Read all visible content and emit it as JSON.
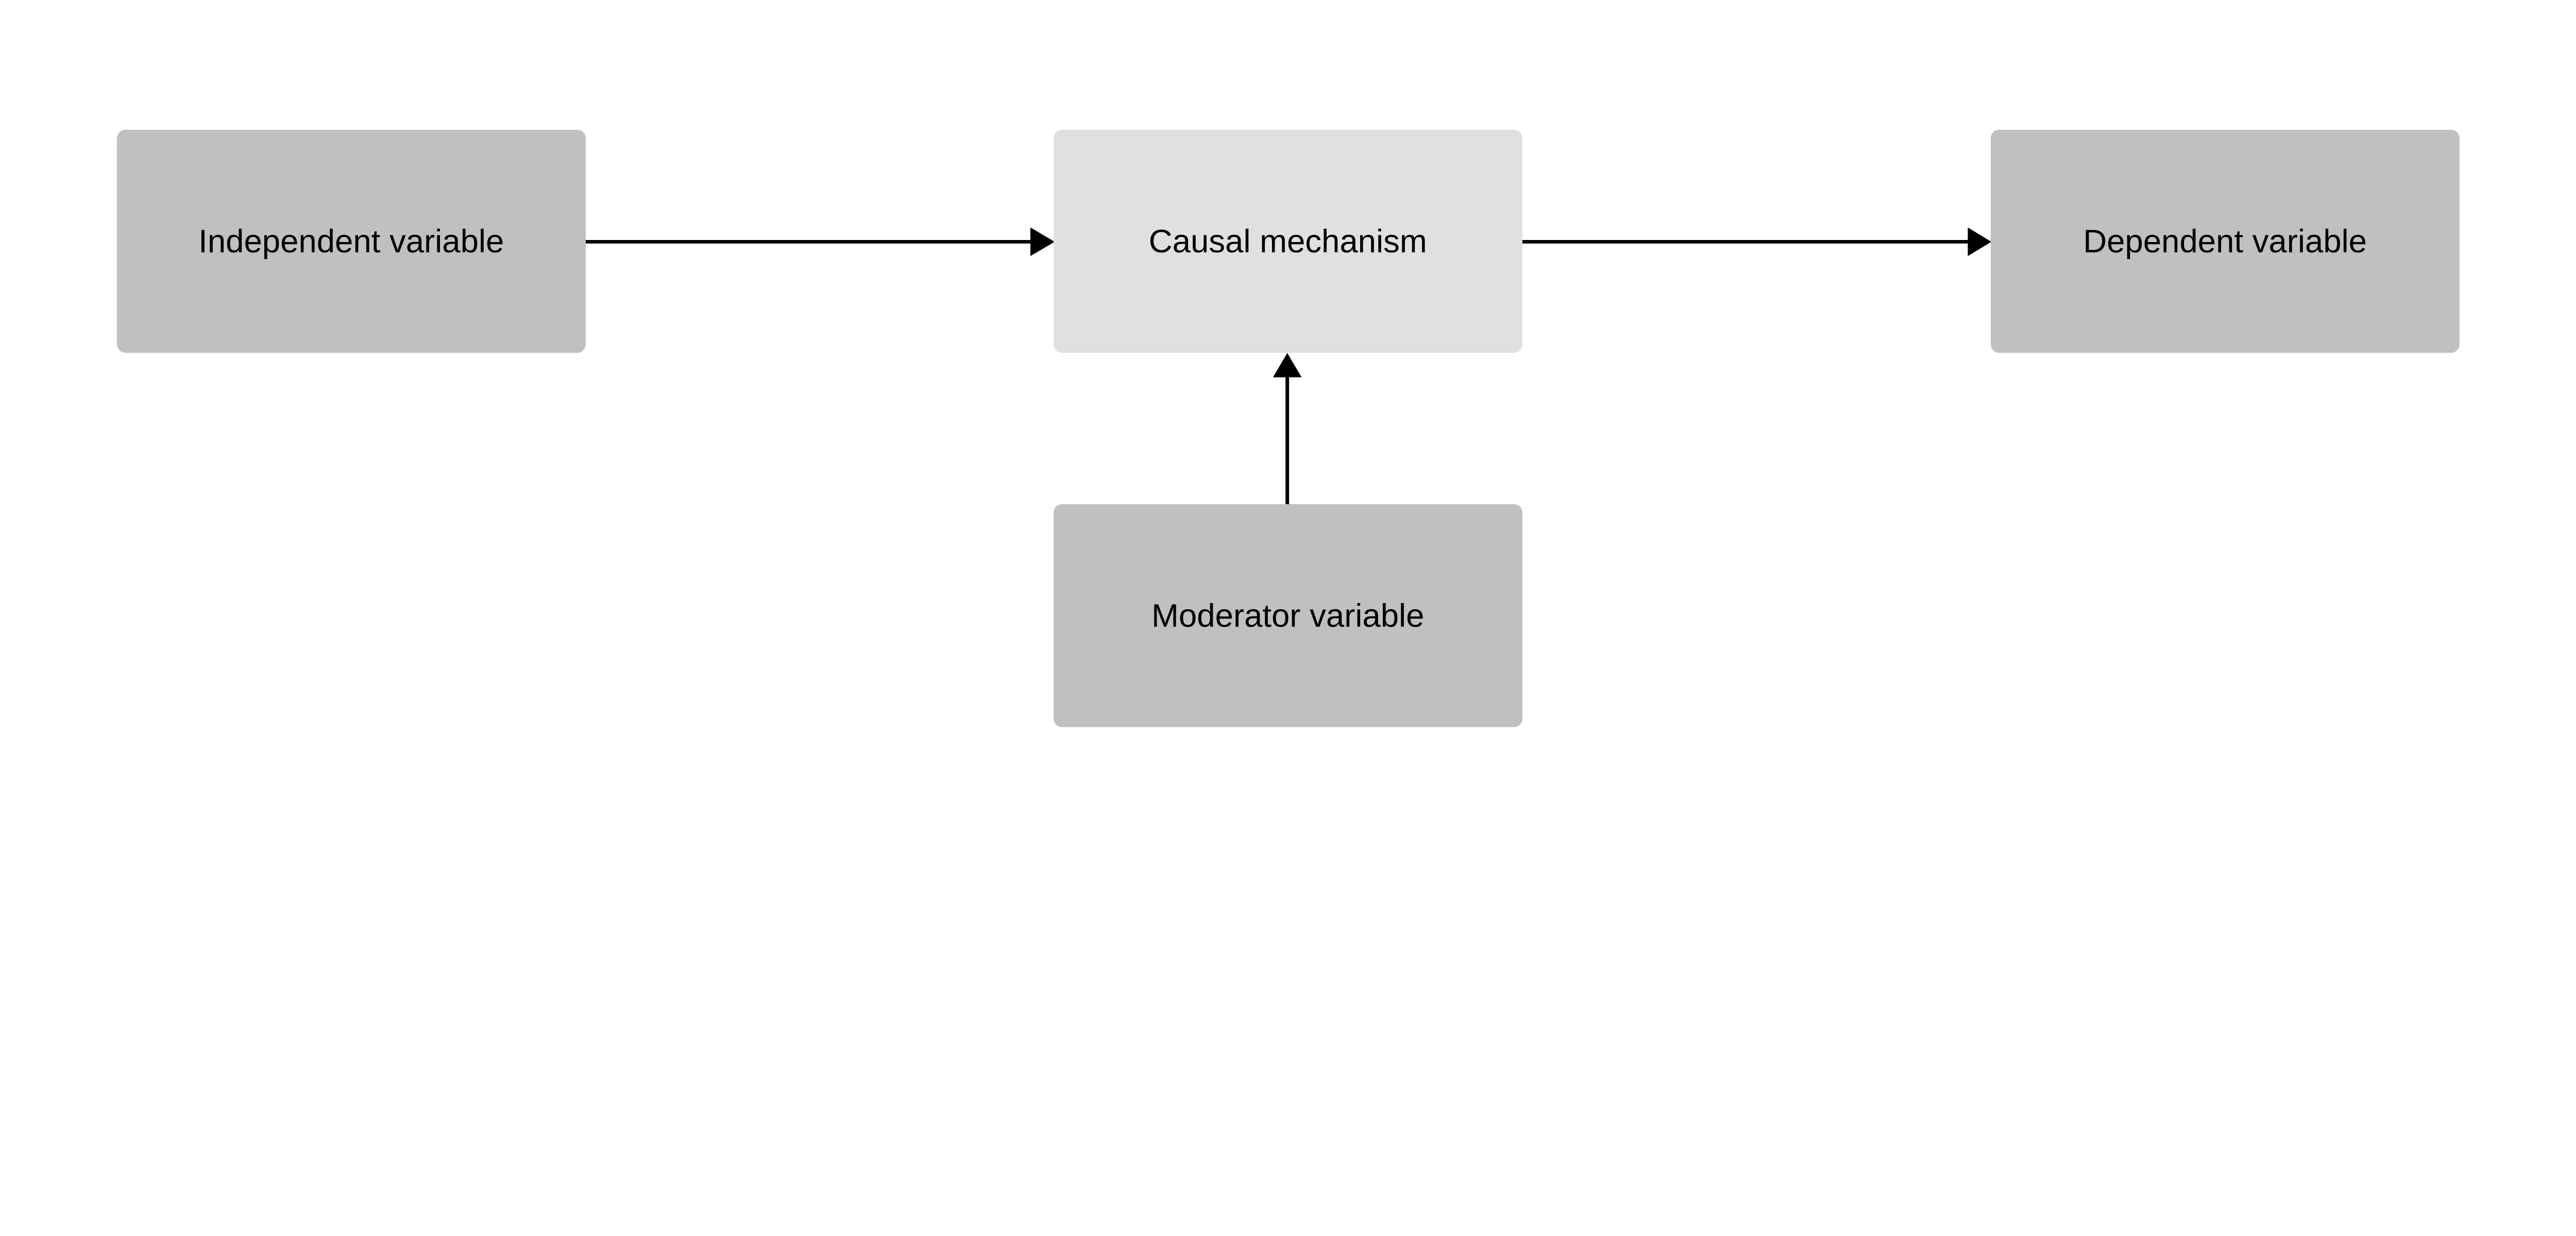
{
  "nodes": {
    "independent": {
      "label": "Independent variable",
      "color": "#c0c0c0"
    },
    "mechanism": {
      "label": "Causal mechanism",
      "color": "#e0e0e0"
    },
    "dependent": {
      "label": "Dependent variable",
      "color": "#c0c0c0"
    },
    "moderator": {
      "label": "Moderator variable",
      "color": "#c0c0c0"
    }
  },
  "edges": [
    {
      "from": "Independent variable",
      "to": "Causal mechanism"
    },
    {
      "from": "Causal mechanism",
      "to": "Dependent variable"
    },
    {
      "from": "Moderator variable",
      "to": "Causal mechanism"
    }
  ]
}
